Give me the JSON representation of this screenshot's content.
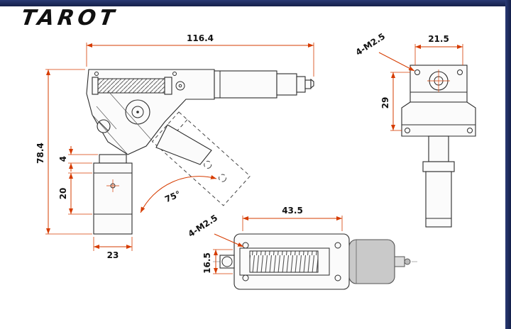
{
  "brand": {
    "logo_text": "TAROT"
  },
  "colors": {
    "accent_navy": "#1c2550",
    "dimension_red": "#d63c00",
    "line": "#2b2b2b"
  },
  "side_view": {
    "dim_overall_width": "116.4",
    "dim_overall_height": "78.4",
    "dim_flange": "4",
    "dim_leg_section": "20",
    "dim_leg_width": "23",
    "angle_label": "75°"
  },
  "rear_view": {
    "dim_width": "21.5",
    "dim_hole_spacing": "29",
    "screw_label": "4-M2.5"
  },
  "bottom_view": {
    "dim_length": "43.5",
    "dim_screw_height": "16.5",
    "screw_label": "4-M2.5"
  }
}
